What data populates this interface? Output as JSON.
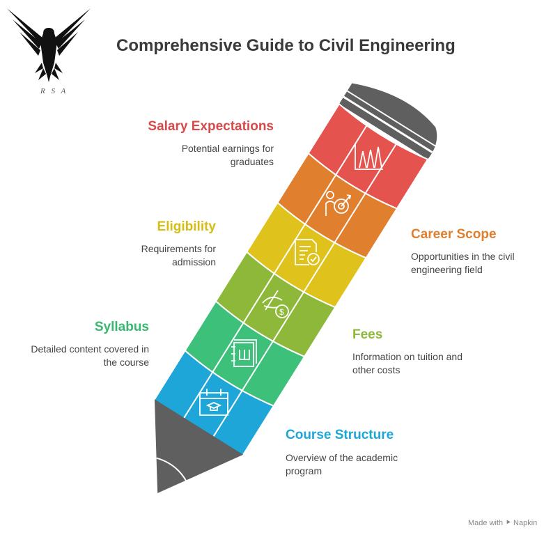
{
  "title": "Comprehensive Guide to Civil Engineering",
  "logo": {
    "text": "RSA"
  },
  "items": [
    {
      "title": "Salary Expectations",
      "desc1": "Potential earnings for",
      "desc2": "graduates",
      "color": "#e5534f",
      "icon": "chart-icon"
    },
    {
      "title": "Career Scope",
      "desc1": "Opportunities in the civil",
      "desc2": "engineering field",
      "color": "#e07f2e",
      "icon": "person-target-icon"
    },
    {
      "title": "Eligibility",
      "desc1": "Requirements for",
      "desc2": "admission",
      "color": "#e0c21c",
      "icon": "document-check-icon"
    },
    {
      "title": "Fees",
      "desc1": "Information on tuition and",
      "desc2": "other costs",
      "color": "#8db83a",
      "icon": "dollar-icon"
    },
    {
      "title": "Syllabus",
      "desc1": "Detailed content covered in",
      "desc2": "the course",
      "color": "#3cc07a",
      "icon": "notebook-icon"
    },
    {
      "title": "Course Structure",
      "desc1": "Overview of the academic",
      "desc2": "program",
      "color": "#1fa6d8",
      "icon": "calendar-graduation-icon"
    }
  ],
  "footer": "Made with ⯈ Napkin"
}
